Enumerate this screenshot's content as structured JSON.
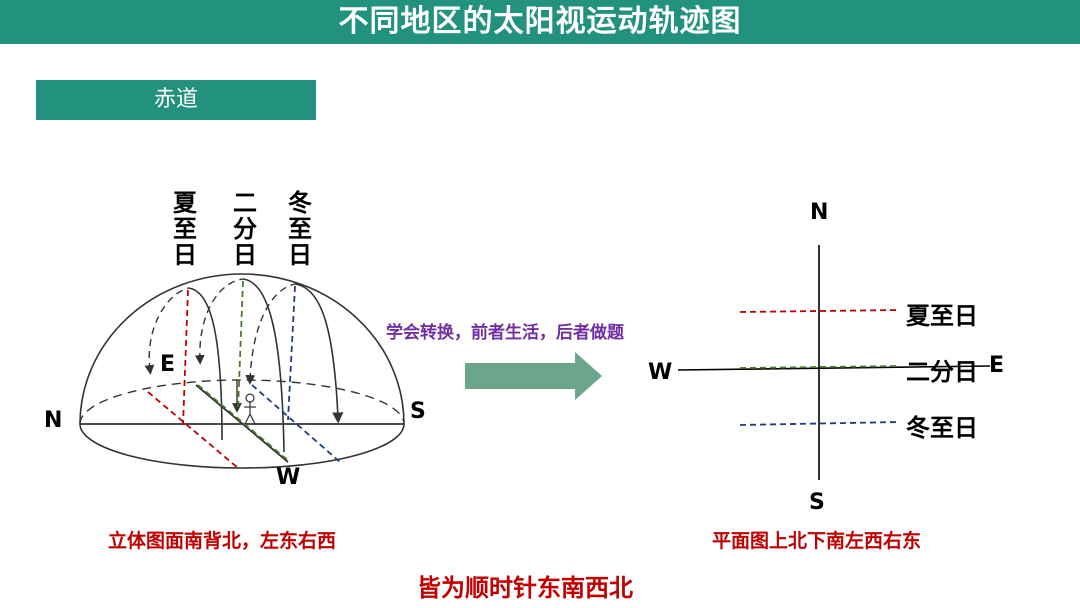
{
  "header": {
    "title": "不同地区的太阳视运动轨迹图"
  },
  "section": {
    "label": "赤道"
  },
  "dome": {
    "labels": [
      "夏至日",
      "二分日",
      "冬至日"
    ],
    "dirs": {
      "n": "N",
      "s": "S",
      "e": "E",
      "w": "W"
    },
    "caption": "立体图面南背北，左东右西"
  },
  "tip": "学会转换，前者生活，后者做题",
  "plan": {
    "dirs": {
      "n": "N",
      "s": "S",
      "w": "W",
      "e": "E"
    },
    "lines": [
      "夏至日",
      "二分日",
      "冬至日"
    ],
    "caption": "平面图上北下南左西右东"
  },
  "footer": "皆为顺时针东南西北",
  "colors": {
    "summer": "#c00000",
    "equinox": "#4a7a2a",
    "winter": "#1f3d7a",
    "accent": "#22927f",
    "arrow": "#6aa58c"
  }
}
